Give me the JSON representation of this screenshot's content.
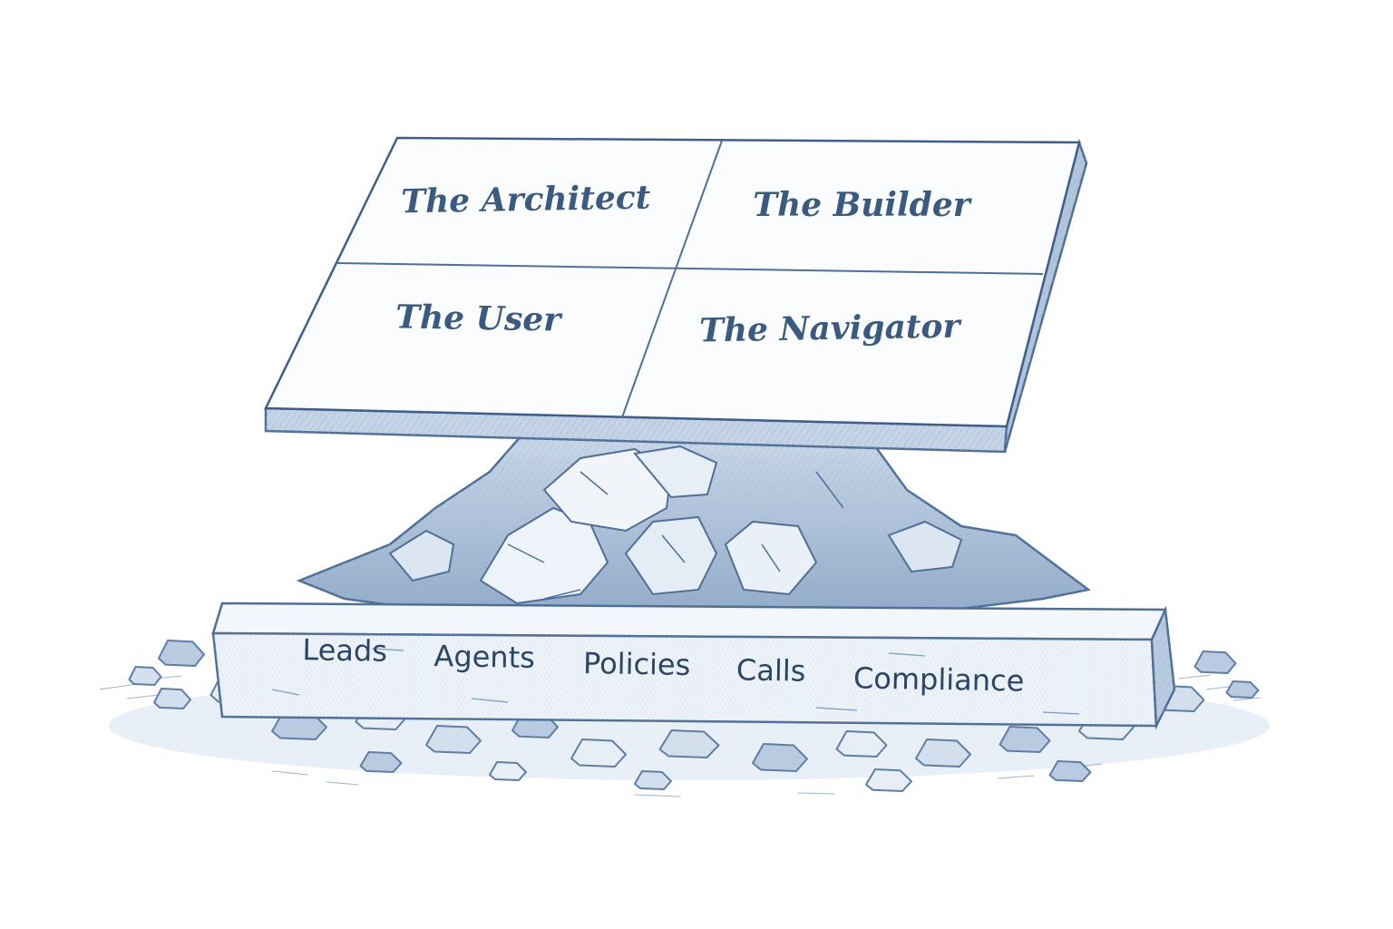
{
  "colors": {
    "ink": "#3b5a80",
    "ink_dark": "#2c4566",
    "line": "#5f7ea3",
    "paper": "#fbfcfe",
    "slab_face": "#eef3f9",
    "slab_edge": "#a8bcd4",
    "rock_light": "#e7eef6",
    "rock_mid": "#b9cbe0",
    "rock_dark": "#7d99bb"
  },
  "panel": {
    "quadrants": [
      {
        "label": "The Architect"
      },
      {
        "label": "The Builder"
      },
      {
        "label": "The User"
      },
      {
        "label": "The Navigator"
      }
    ]
  },
  "foundation": {
    "labels": [
      "Leads",
      "Agents",
      "Policies",
      "Calls",
      "Compliance"
    ]
  }
}
